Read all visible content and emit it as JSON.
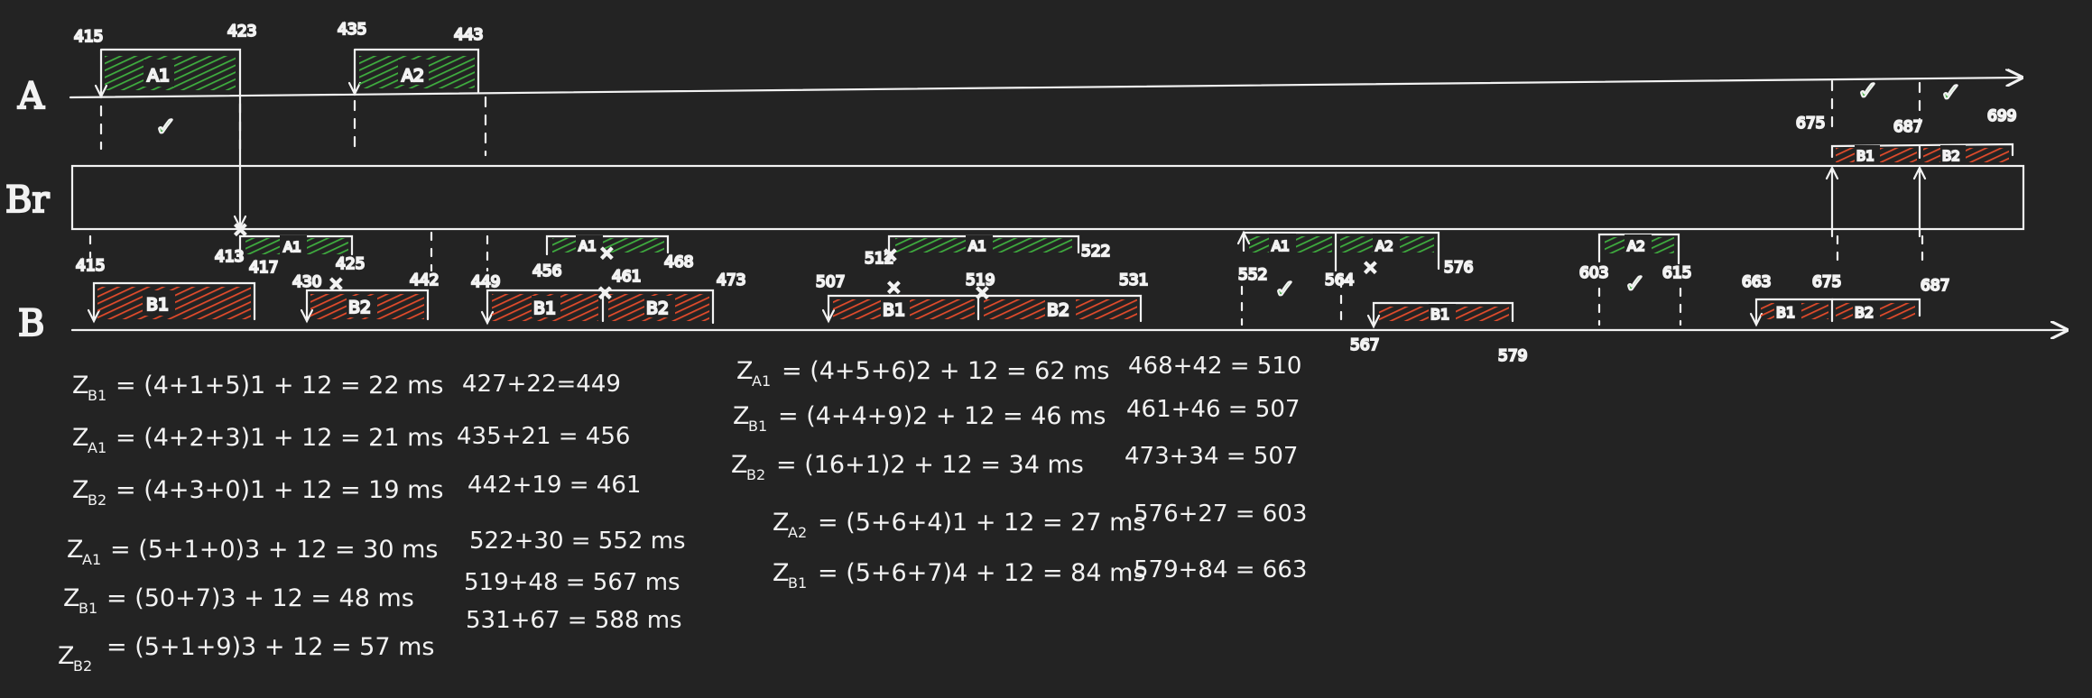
{
  "lanes": {
    "a": "A",
    "br": "Br",
    "b": "B"
  },
  "colors": {
    "background": "#232323",
    "ink": "#f2f2f2",
    "green": "#3fae3f",
    "red": "#e24b2b"
  },
  "a_labels": {
    "t1": "415",
    "t2": "423",
    "t3": "435",
    "t4": "443",
    "t5": "675",
    "t6": "687",
    "t7": "699",
    "a1": "A1",
    "a2": "A2"
  },
  "br_labels": {
    "b1": "B1",
    "b2": "B2"
  },
  "b_labels": {
    "t415": "415",
    "t413": "413",
    "t417": "417",
    "t425": "425",
    "t430": "430",
    "t442": "442",
    "t449": "449",
    "t456": "456",
    "t461": "461",
    "t468": "468",
    "t473": "473",
    "t507": "507",
    "t512": "512",
    "t519": "519",
    "t522": "522",
    "t531": "531",
    "t552": "552",
    "t564": "564",
    "t576": "576",
    "t567": "567",
    "t579": "579",
    "t603": "603",
    "t615": "615",
    "t663": "663",
    "t675": "675",
    "t687": "687",
    "a1": "A1",
    "a2": "A2",
    "b1": "B1",
    "b2": "B2"
  },
  "equations_left": [
    {
      "lhs": "Z",
      "sub": "B1",
      "rhs": "= (4+1+5)1 + 12 = 22 ms",
      "result": "427+22=449"
    },
    {
      "lhs": "Z",
      "sub": "A1",
      "rhs": "= (4+2+3)1 + 12 = 21 ms",
      "result": "435+21 = 456"
    },
    {
      "lhs": "Z",
      "sub": "B2",
      "rhs": "= (4+3+0)1 + 12 = 19 ms",
      "result": "442+19 = 461"
    },
    {
      "lhs": "Z",
      "sub": "A1",
      "rhs": "= (5+1+0)3 + 12 = 30 ms",
      "result": "522+30 = 552 ms"
    },
    {
      "lhs": "Z",
      "sub": "B1",
      "rhs": "= (50+7)3 + 12 = 48 ms",
      "result": "519+48 = 567 ms"
    },
    {
      "lhs": "Z",
      "sub": "B2",
      "rhs": "= (5+1+9)3 + 12 = 57 ms",
      "result": "531+67 = 588 ms"
    }
  ],
  "equations_right": [
    {
      "lhs": "Z",
      "sub": "A1",
      "rhs": "= (4+5+6)2 + 12 = 62 ms",
      "result": "468+42 = 510"
    },
    {
      "lhs": "Z",
      "sub": "B1",
      "rhs": "= (4+4+9)2 + 12 = 46 ms",
      "result": "461+46 = 507"
    },
    {
      "lhs": "Z",
      "sub": "B2",
      "rhs": "= (16+1)2 + 12 = 34 ms",
      "result": "473+34 = 507"
    },
    {
      "lhs": "Z",
      "sub": "A2",
      "rhs": "= (5+6+4)1 + 12 = 27 ms",
      "result": "576+27 = 603"
    },
    {
      "lhs": "Z",
      "sub": "B1",
      "rhs": "= (5+6+7)4 + 12 = 84 ms",
      "result": "579+84 = 663"
    }
  ]
}
